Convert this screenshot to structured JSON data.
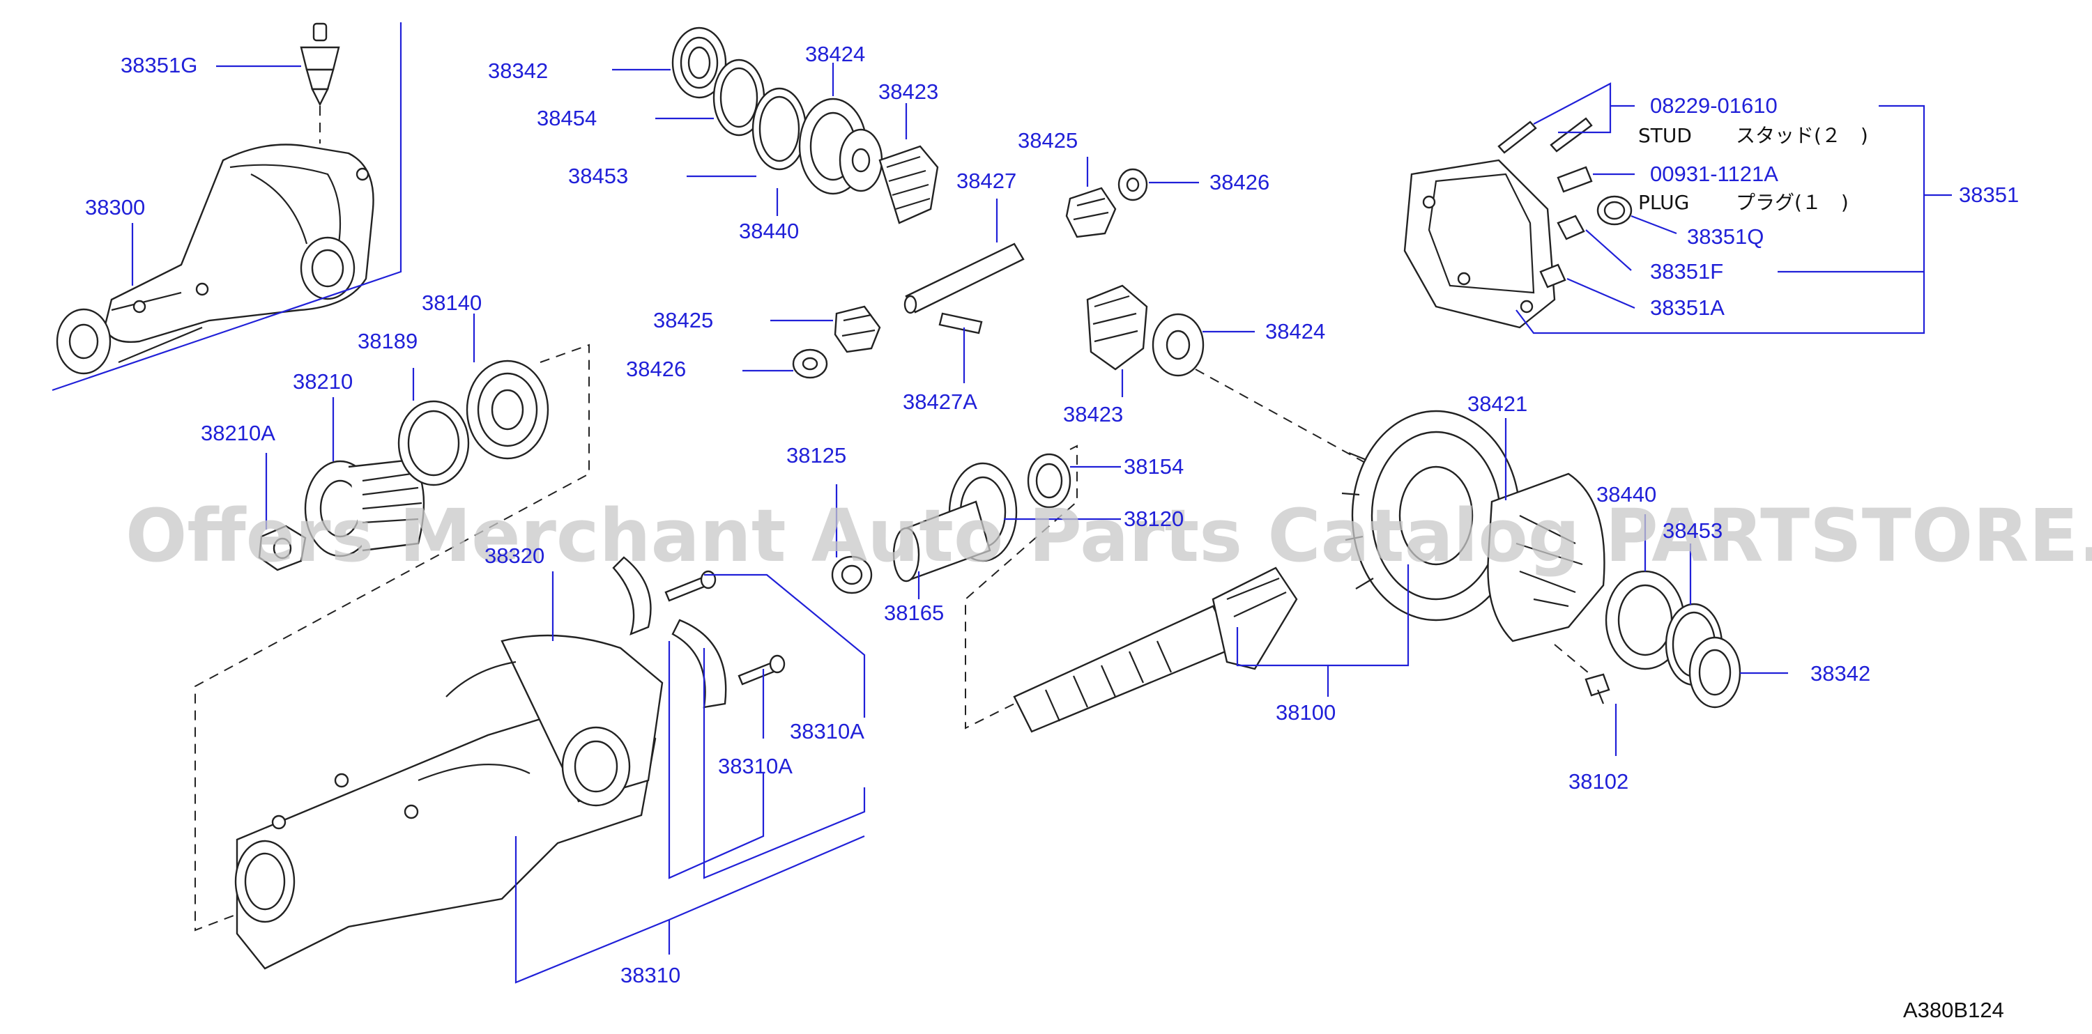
{
  "colors": {
    "label": "#2020d8",
    "line": "#2020d8",
    "part": "#222222",
    "note": "#111111",
    "watermark": "#c8c8c8"
  },
  "watermark": "Offers Merchant Auto Parts Catalog PARTSTORE.SA",
  "diagram_code": "A380B124",
  "labels": {
    "p38351G": "38351G",
    "p38300": "38300",
    "p38342_top": "38342",
    "p38454": "38454",
    "p38453_top": "38453",
    "p38424_top": "38424",
    "p38423_top": "38423",
    "p38440_top": "38440",
    "p38425_top": "38425",
    "p38426_top": "38426",
    "p38427": "38427",
    "p38425_mid": "38425",
    "p38426_mid": "38426",
    "p38427A": "38427A",
    "p38424_mid": "38424",
    "p38423_mid": "38423",
    "p38140": "38140",
    "p38189": "38189",
    "p38210": "38210",
    "p38210A": "38210A",
    "p38125": "38125",
    "p38154": "38154",
    "p38120": "38120",
    "p38165": "38165",
    "p38320": "38320",
    "p38310A_1": "38310A",
    "p38310A_2": "38310A",
    "p38310": "38310",
    "p38100": "38100",
    "p38421": "38421",
    "p38440_bot": "38440",
    "p38453_bot": "38453",
    "p38342_bot": "38342",
    "p38102": "38102",
    "p08229": "08229-01610",
    "p00931": "00931-1121A",
    "p38351Q": "38351Q",
    "p38351F": "38351F",
    "p38351A": "38351A",
    "p38351": "38351"
  },
  "notes": {
    "stud_en": "STUD",
    "stud_jp": "スタッド(２　)",
    "plug_en": "PLUG",
    "plug_jp": "プラグ(１　)"
  }
}
